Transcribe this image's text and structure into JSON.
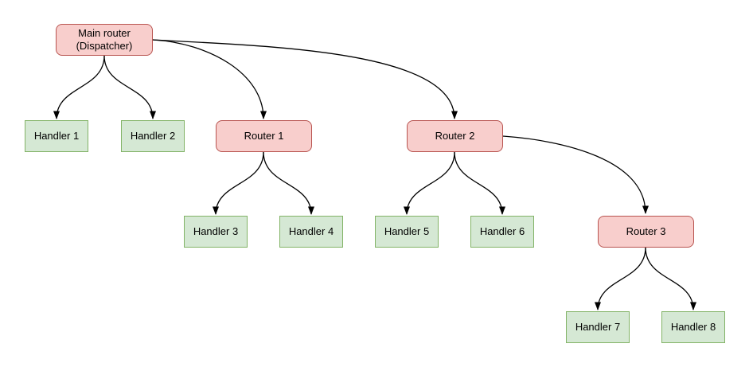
{
  "diagram": {
    "type": "tree-flowchart",
    "colors": {
      "background": "#ffffff",
      "router_fill": "#F8CECC",
      "router_border": "#B85450",
      "handler_fill": "#D5E8D4",
      "handler_border": "#82B366",
      "edge": "#000000",
      "text": "#000000"
    },
    "nodes": {
      "main_router": {
        "label": "Main router\n(Dispatcher)",
        "kind": "router"
      },
      "handler1": {
        "label": "Handler 1",
        "kind": "handler"
      },
      "handler2": {
        "label": "Handler 2",
        "kind": "handler"
      },
      "router1": {
        "label": "Router 1",
        "kind": "router"
      },
      "router2": {
        "label": "Router 2",
        "kind": "router"
      },
      "handler3": {
        "label": "Handler 3",
        "kind": "handler"
      },
      "handler4": {
        "label": "Handler 4",
        "kind": "handler"
      },
      "handler5": {
        "label": "Handler 5",
        "kind": "handler"
      },
      "handler6": {
        "label": "Handler 6",
        "kind": "handler"
      },
      "router3": {
        "label": "Router 3",
        "kind": "router"
      },
      "handler7": {
        "label": "Handler 7",
        "kind": "handler"
      },
      "handler8": {
        "label": "Handler 8",
        "kind": "handler"
      }
    },
    "edges": [
      {
        "from": "main_router",
        "to": "handler1",
        "arrow": "filled-triangle"
      },
      {
        "from": "main_router",
        "to": "handler2",
        "arrow": "filled-triangle"
      },
      {
        "from": "main_router",
        "to": "router1",
        "arrow": "filled-triangle"
      },
      {
        "from": "main_router",
        "to": "router2",
        "arrow": "filled-triangle"
      },
      {
        "from": "router1",
        "to": "handler3",
        "arrow": "filled-triangle"
      },
      {
        "from": "router1",
        "to": "handler4",
        "arrow": "filled-triangle"
      },
      {
        "from": "router2",
        "to": "handler5",
        "arrow": "filled-triangle"
      },
      {
        "from": "router2",
        "to": "handler6",
        "arrow": "filled-triangle"
      },
      {
        "from": "router2",
        "to": "router3",
        "arrow": "filled-triangle"
      },
      {
        "from": "router3",
        "to": "handler7",
        "arrow": "filled-triangle"
      },
      {
        "from": "router3",
        "to": "handler8",
        "arrow": "filled-triangle"
      }
    ]
  }
}
